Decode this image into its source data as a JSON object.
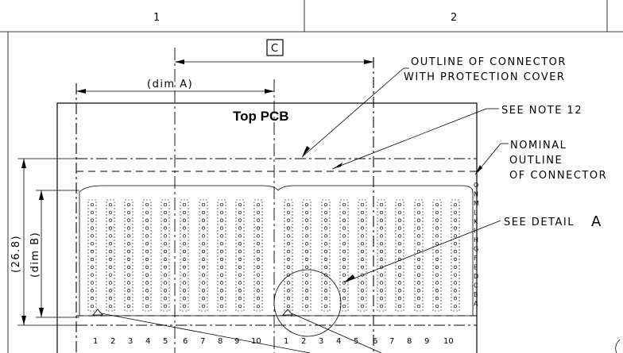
{
  "zones": [
    "1",
    "2"
  ],
  "datum": "C",
  "dim_a": "(dim A)",
  "dim_b": "(dim B)",
  "dim_height": "(26.8)",
  "pcb_label": "Top PCB",
  "pcb_highlight": "PCB",
  "callouts": {
    "outline_line1": "OUTLINE OF CONNECTOR",
    "outline_line2": "WITH PROTECTION COVER",
    "note": "SEE NOTE 12",
    "nominal_line1": "NOMINAL",
    "nominal_line2": "OUTLINE",
    "nominal_line3": "OF CONNECTOR",
    "detail": "SEE DETAIL",
    "detail_letter": "A"
  },
  "row_letters": [
    "O",
    "N",
    "M",
    "L",
    "K",
    "I",
    "H",
    "G",
    "F",
    "E",
    "D",
    "C",
    "B",
    "A"
  ],
  "column_numbers": [
    "1",
    "2",
    "3",
    "4",
    "5",
    "6",
    "7",
    "8",
    "9",
    "10"
  ],
  "pin_one_marker": "triangle"
}
